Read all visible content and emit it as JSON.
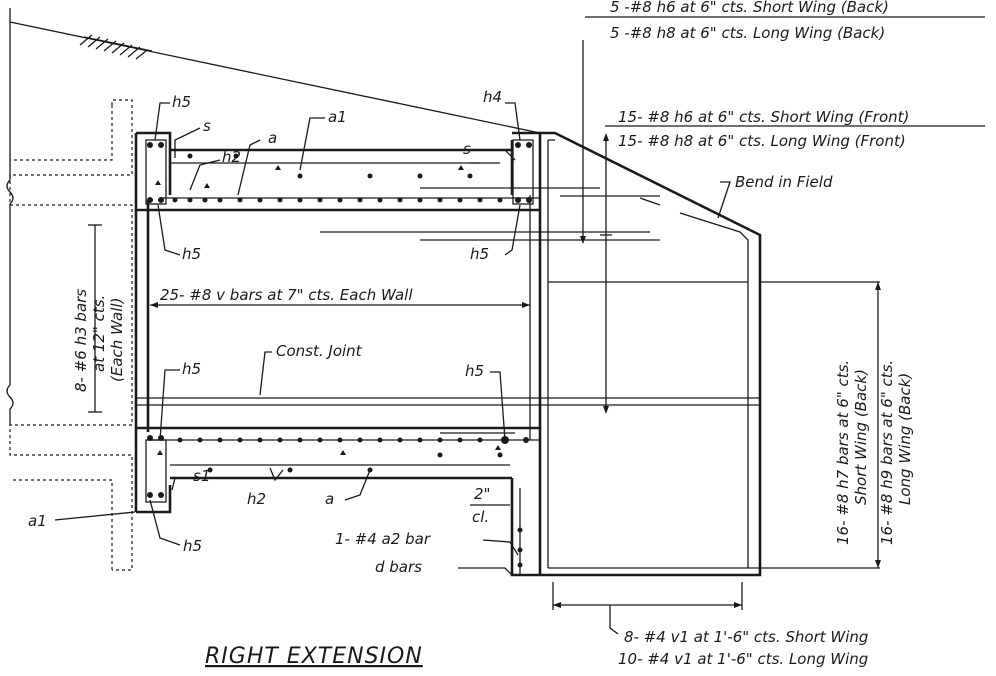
{
  "drawing": {
    "title": "RIGHT EXTENSION",
    "labels": {
      "h5_top_left": "h5",
      "s_top_left": "s",
      "h2_top": "h2",
      "a_top": "a",
      "a1_top": "a1",
      "h4_top_right": "h4",
      "s_top_right": "s",
      "h5_mid_left": "h5",
      "h5_mid_right": "h5",
      "v_bars": "25- #8 v bars at 7\" cts. Each Wall",
      "h3_line1": "8- #6 h3 bars",
      "h3_line2": "at 12\" cts.",
      "h3_line3": "(Each Wall)",
      "h5_low_left": "h5",
      "const_joint": "Const. Joint",
      "h5_low_right": "h5",
      "a1_bottom": "a1",
      "s1_bottom": "s1",
      "h2_bottom": "h2",
      "a_bottom": "a",
      "h5_bottom": "h5",
      "clear_line1": "2\"",
      "clear_line2": "cl.",
      "a2_bar": "1- #4 a2 bar",
      "d_bars": "d bars",
      "bend_in_field": "Bend in Field",
      "back_short": "5 -#8 h6 at 6\" cts. Short Wing (Back)",
      "back_long": "5 -#8 h8 at 6\" cts. Long Wing (Back)",
      "front_short": "15- #8 h6 at 6\" cts. Short Wing (Front)",
      "front_long": "15- #8 h8 at 6\" cts. Long Wing (Front)",
      "h7_short": "16- #8 h7 bars at 6\" cts.",
      "h7_short2": "Short Wing (Back)",
      "h9_long": "16- #8 h9 bars at 6\" cts.",
      "h9_long2": "Long Wing (Back)",
      "v1_short": "8- #4 v1 at 1'-6\" cts. Short Wing",
      "v1_long": "10- #4 v1 at 1'-6\" cts. Long Wing"
    }
  }
}
